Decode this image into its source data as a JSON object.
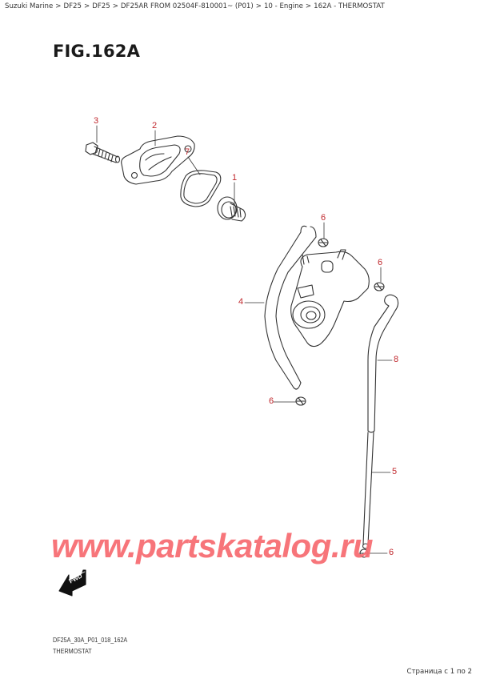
{
  "breadcrumb": [
    "Suzuki Marine",
    "DF25",
    "DF25",
    "DF25AR FROM 02504F-810001~ (P01)",
    "10 - Engine",
    "162A - THERMOSTAT"
  ],
  "breadcrumb_separator": ">",
  "figure": {
    "title": "FIG.162A",
    "code": "DF25A_30A_P01_018_162A",
    "name": "THERMOSTAT"
  },
  "callouts": [
    {
      "id": "c3",
      "label": "3"
    },
    {
      "id": "c2",
      "label": "2"
    },
    {
      "id": "c7",
      "label": "7"
    },
    {
      "id": "c1",
      "label": "1"
    },
    {
      "id": "c6a",
      "label": "6"
    },
    {
      "id": "c6b",
      "label": "6"
    },
    {
      "id": "c4",
      "label": "4"
    },
    {
      "id": "c8",
      "label": "8"
    },
    {
      "id": "c6c",
      "label": "6"
    },
    {
      "id": "c5",
      "label": "5"
    },
    {
      "id": "c6d",
      "label": "6"
    }
  ],
  "direction_marker": "FWD",
  "watermark": "www.partskatalog.ru",
  "pager": "Страница с 1 по 2",
  "colors": {
    "callout": "#c0282d",
    "watermark": "#f76e73",
    "line": "#333333"
  }
}
